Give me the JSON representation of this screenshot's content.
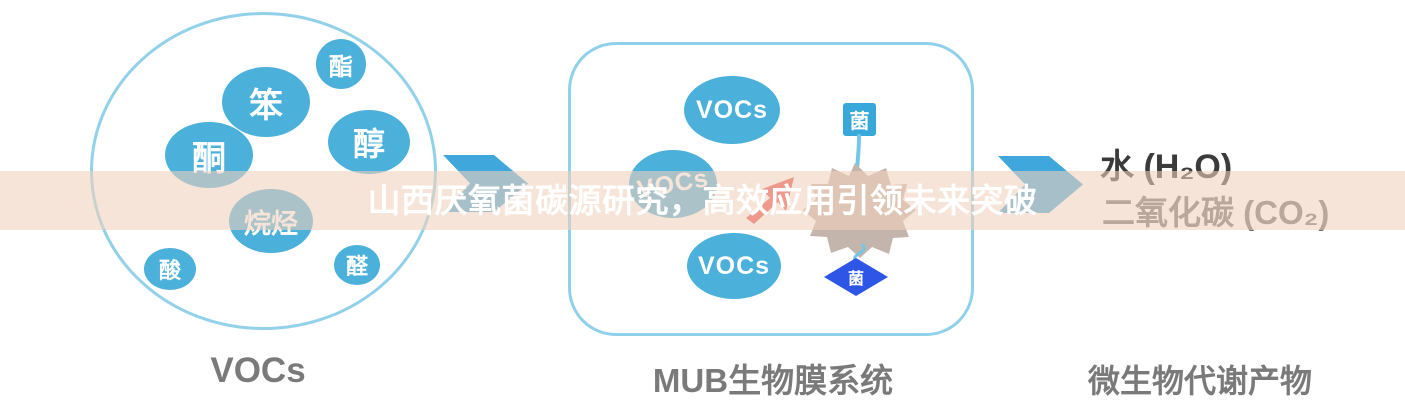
{
  "banner": {
    "title": "山西厌氧菌碳源研究，高效应用引领未来突破",
    "overlay_color": "rgba(242,208,188,0.58)"
  },
  "left_circle": {
    "caption": "VOCs",
    "bubbles": [
      {
        "label": "酯"
      },
      {
        "label": "笨"
      },
      {
        "label": "酮"
      },
      {
        "label": "醇"
      },
      {
        "label": "烷烃"
      },
      {
        "label": "酸"
      },
      {
        "label": "醛"
      }
    ]
  },
  "middle_panel": {
    "caption": "MUB生物膜系统",
    "vocs_bubbles": [
      "VOCs",
      "VOCs",
      "VOCs"
    ],
    "bacteria_square_label": "菌",
    "bacteria_diamond_label": "菌"
  },
  "outputs": {
    "caption": "微生物代谢产物",
    "water": "水 (H₂O)",
    "co2": "二氧化碳 (CO₂)"
  },
  "colors": {
    "bubble_blue": "#4bb0da",
    "border_blue": "#8fd0ea",
    "arrow_blue": "#3fa7db",
    "square_blue": "#38a7d9",
    "diamond_blue": "#2d55e6",
    "cluster_gray": "#c3b5ac",
    "uptake_red": "#e6504c",
    "caption_gray": "#7a7a7a",
    "water_text": "#3b3b3b",
    "co2_text": "#6e6e6e"
  }
}
